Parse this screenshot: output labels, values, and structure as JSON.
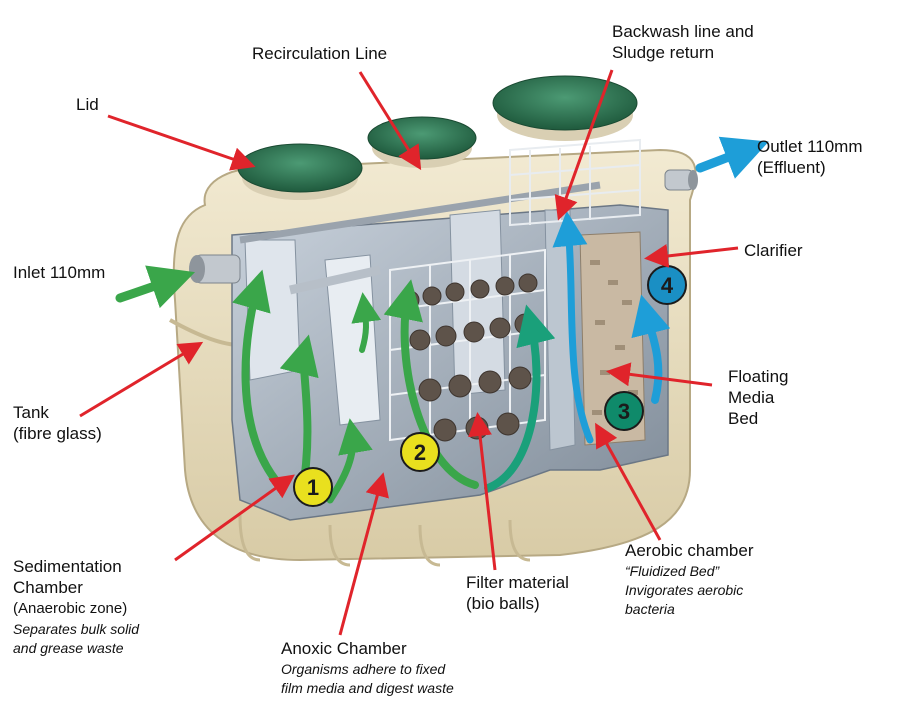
{
  "labels": {
    "lid": "Lid",
    "recirculation": "Recirculation Line",
    "backwash_1": "Backwash line and",
    "backwash_2": "Sludge return",
    "outlet_1": "Outlet 110mm",
    "outlet_2": "(Effluent)",
    "inlet": "Inlet 110mm",
    "clarifier": "Clarifier",
    "tank_1": "Tank",
    "tank_2": "(fibre glass)",
    "floating_1": "Floating",
    "floating_2": "Media",
    "floating_3": "Bed",
    "sedimentation_1": "Sedimentation",
    "sedimentation_2": "Chamber",
    "sedimentation_3": "(Anaerobic zone)",
    "sedimentation_desc_1": "Separates bulk solid",
    "sedimentation_desc_2": "and grease waste",
    "aerobic_1": "Aerobic chamber",
    "aerobic_desc_1": "“Fluidized Bed”",
    "aerobic_desc_2": "Invigorates aerobic",
    "aerobic_desc_3": "bacteria",
    "filter_1": "Filter material",
    "filter_2": "(bio balls)",
    "anoxic_1": "Anoxic Chamber",
    "anoxic_desc_1": "Organisms adhere to fixed",
    "anoxic_desc_2": "film media and digest waste"
  },
  "markers": [
    "1",
    "2",
    "3",
    "4"
  ],
  "colors": {
    "tank": "#e9dfc3",
    "lid": "#2f7a55",
    "flow_green": "#3aa64a",
    "flow_teal": "#1aa07a",
    "flow_blue": "#1e9ed8",
    "leader": "#e0242b",
    "marker_yellow": "#e9e01e",
    "marker_teal": "#0f8a6a",
    "marker_blue": "#1a8fc4"
  }
}
